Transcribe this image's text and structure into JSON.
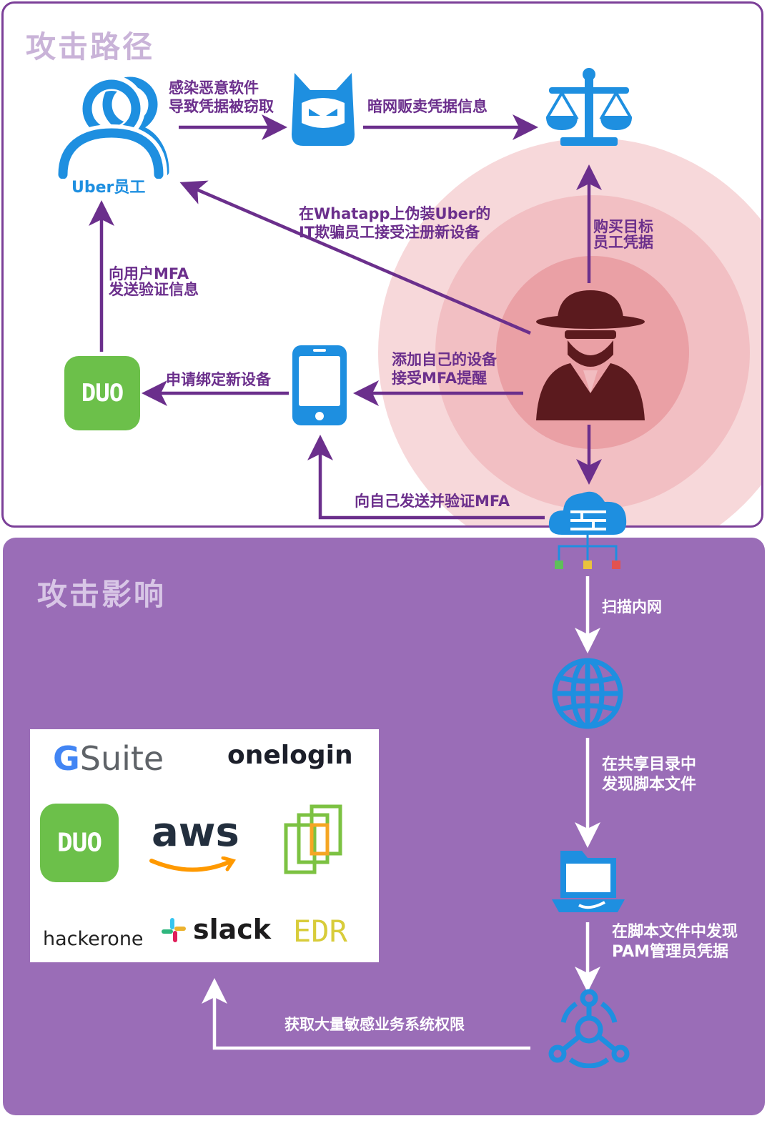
{
  "sections": {
    "attack_path": "攻击路径",
    "attack_impact": "攻击影响"
  },
  "nodes": {
    "uber_employee": "Uber员工",
    "hacker_icon": "devil-icon",
    "market_icon": "scales-icon",
    "attacker_icon": "spy-icon",
    "duo_icon": "duo-icon",
    "phone_icon": "smartphone-icon",
    "firewall_icon": "cloud-firewall-icon",
    "globe_icon": "globe-icon",
    "folder_icon": "folder-laptop-icon",
    "network_icon": "hub-icon"
  },
  "edges": {
    "infect": "感染恶意软件\n导致凭据被窃取",
    "sell": "暗网贩卖凭据信息",
    "buy": "购买目标\n员工凭据",
    "impersonate": "在Whatapp上伪装Uber的\nIT欺骗员工接受注册新设备",
    "send_mfa": "向用户MFA\n发送验证信息",
    "add_device": "添加自己的设备\n接受MFA提醒",
    "bind": "申请绑定新设备",
    "self_verify": "向自己发送并验证MFA",
    "scan": "扫描内网",
    "share_dir": "在共享目录中\n发现脚本文件",
    "pam": "在脚本文件中发现\nPAM管理员凭据",
    "access": "获取大量敏感业务系统权限"
  },
  "logos": {
    "gsuite_g": "G",
    "gsuite_rest": "Suite",
    "onelogin": "onelogin",
    "duo": "DUO",
    "duo_small": "DUO",
    "aws": "aws",
    "hackerone": "hackerone",
    "slack": "slack",
    "edr": "EDR",
    "vmware_icon": "vmware-icon"
  },
  "colors": {
    "purple": "#6b2f8c",
    "panel": "#9a6db7",
    "blue": "#1e8fe0",
    "duo_green": "#6cc04a",
    "attacker": "#5b1a1e"
  }
}
